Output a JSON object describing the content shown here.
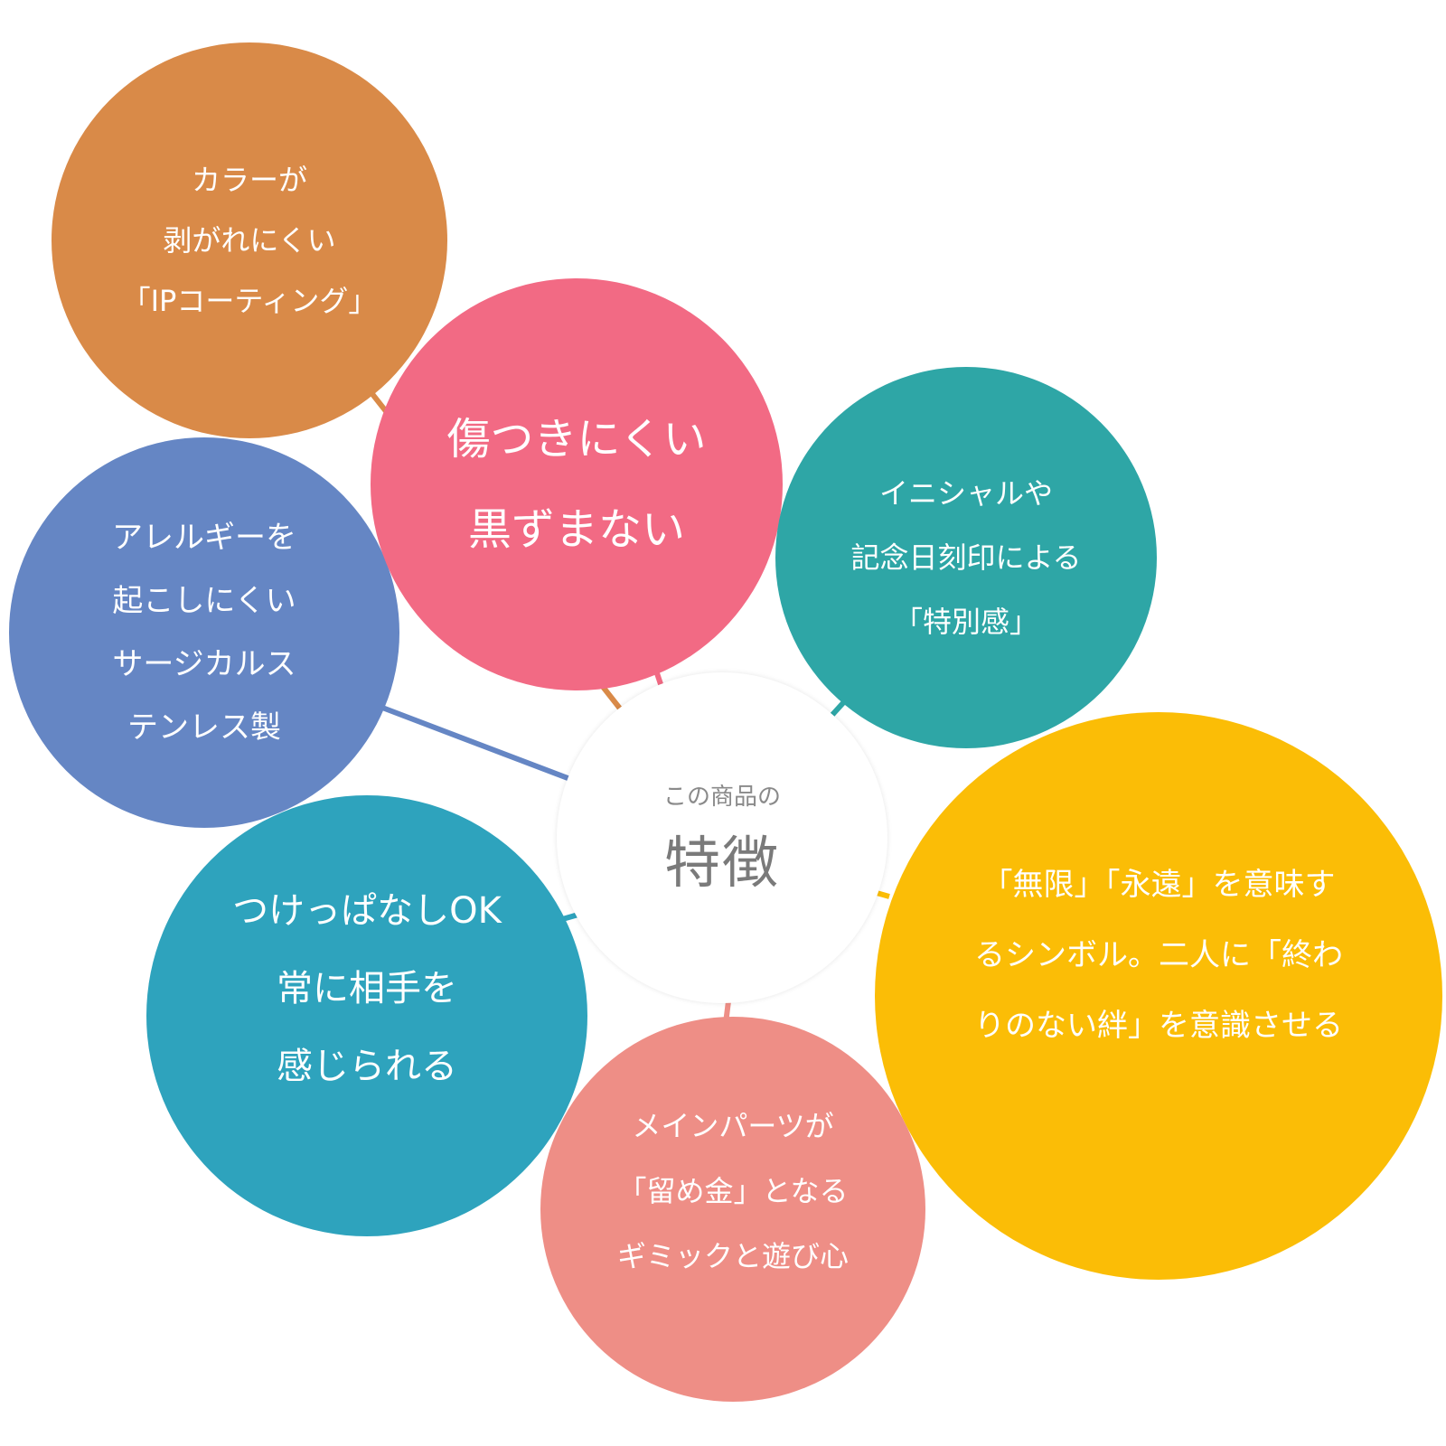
{
  "hub": {
    "subtitle": "この商品の",
    "title": "特徴"
  },
  "features": [
    {
      "id": "color",
      "color": "#D98A48",
      "lines": [
        "カラーが",
        "剥がれにくい",
        "「IPコーティング」"
      ]
    },
    {
      "id": "scratch",
      "color": "#F26A84",
      "lines": [
        "傷つきにくい",
        "黒ずまない"
      ]
    },
    {
      "id": "initial",
      "color": "#2EA6A6",
      "lines": [
        "イニシャルや",
        "記念日刻印による",
        "「特別感」"
      ]
    },
    {
      "id": "allergy",
      "color": "#6586C4",
      "lines": [
        "アレルギーを",
        "起こしにくい",
        "サージカルス",
        "テンレス製"
      ]
    },
    {
      "id": "wear",
      "color": "#2EA3BD",
      "lines": [
        "つけっぱなしOK",
        "常に相手を",
        "感じられる"
      ]
    },
    {
      "id": "symbol",
      "color": "#FBBD06",
      "lines": [
        "「無限」「永遠」を意味す",
        "るシンボル。二人に「終わ",
        "りのない絆」を意識させる"
      ]
    },
    {
      "id": "clasp",
      "color": "#EE8E86",
      "lines": [
        "メインパーツが",
        "「留め金」となる",
        "ギミックと遊び心"
      ]
    }
  ]
}
